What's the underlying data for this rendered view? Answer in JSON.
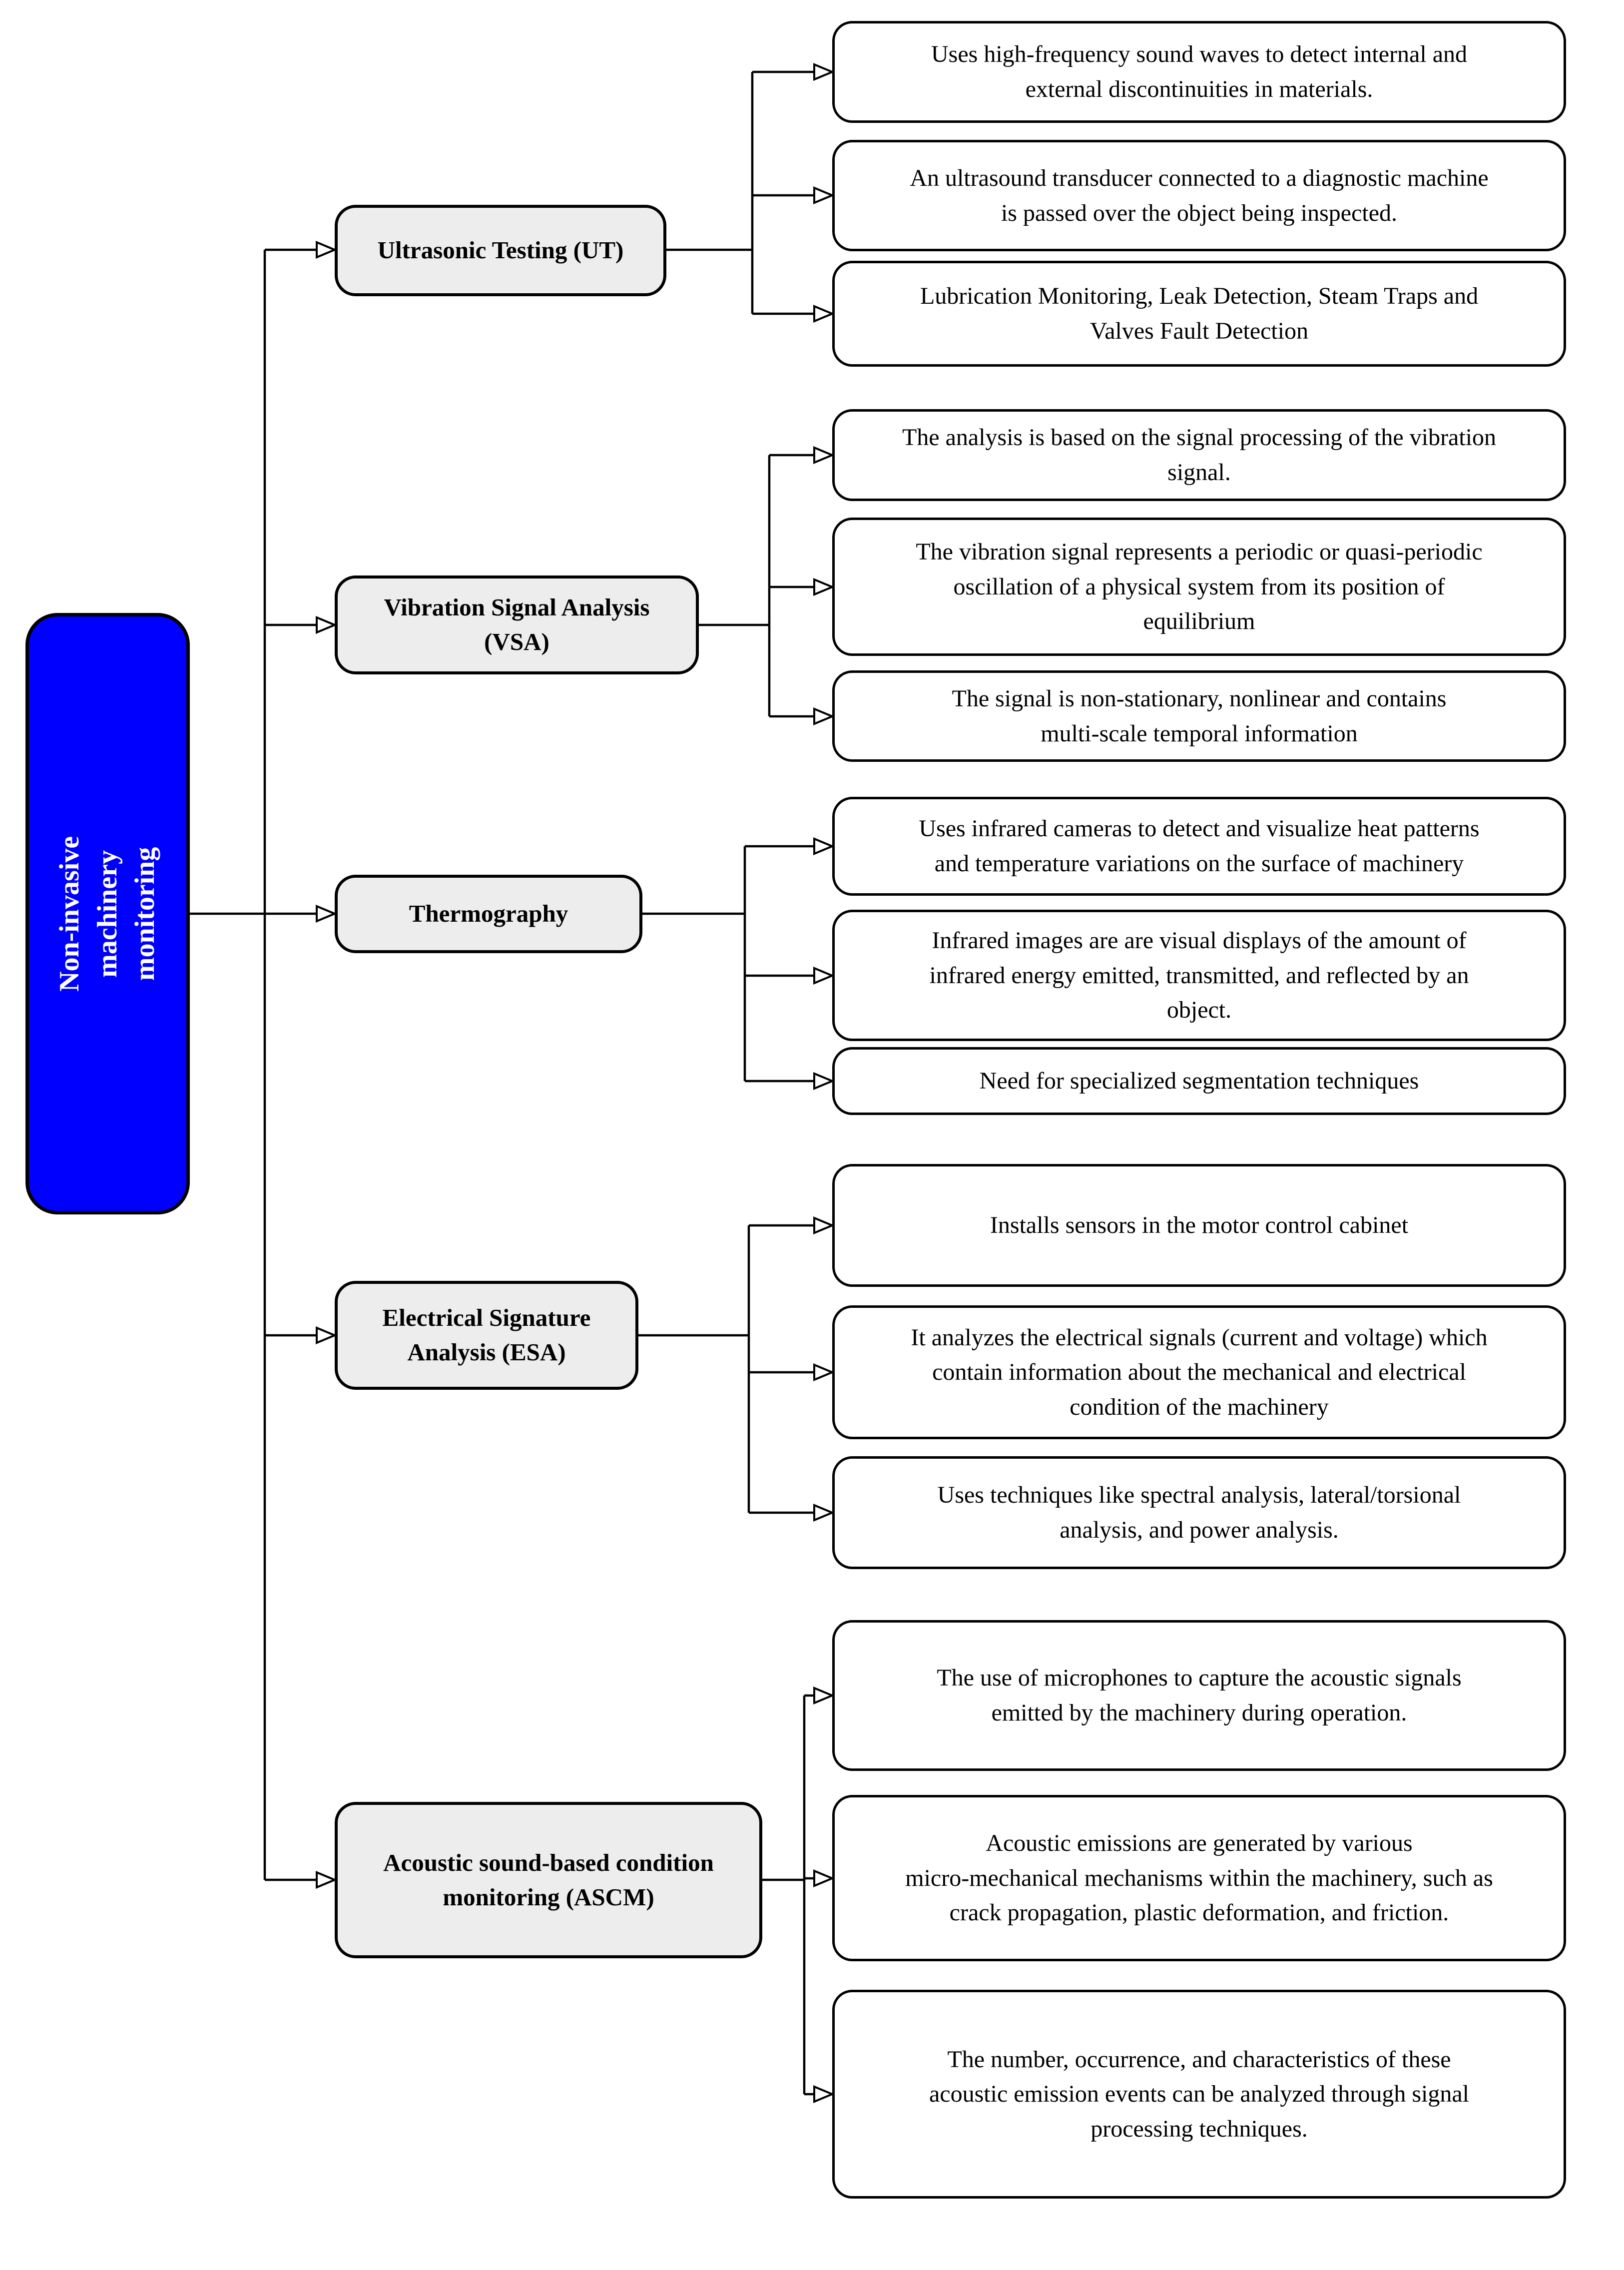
{
  "root": {
    "label": "Non-invasive machinery\nmonitoring"
  },
  "branches": [
    {
      "label": "Ultrasonic Testing (UT)",
      "details": [
        "Uses high-frequency sound waves to detect internal and\nexternal discontinuities in materials.",
        "An ultrasound transducer connected to a diagnostic machine\nis passed over the object being inspected.",
        "Lubrication Monitoring, Leak Detection, Steam Traps and\nValves Fault Detection"
      ]
    },
    {
      "label": "Vibration Signal Analysis\n(VSA)",
      "details": [
        "The analysis is based on the signal processing of the vibration\nsignal.",
        "The vibration signal represents a periodic or quasi-periodic\noscillation of a physical system from its position of\nequilibrium",
        "The signal is non-stationary, nonlinear and contains\nmulti-scale temporal information"
      ]
    },
    {
      "label": "Thermography",
      "details": [
        "Uses infrared cameras to detect and visualize heat patterns\nand temperature variations on the surface of machinery",
        "Infrared images are are visual displays of the amount of\ninfrared energy emitted, transmitted, and reflected by an\nobject.",
        "Need for specialized segmentation techniques"
      ]
    },
    {
      "label": "Electrical Signature\nAnalysis (ESA)",
      "details": [
        "Installs sensors in the motor control cabinet",
        "It analyzes the electrical signals (current and voltage) which\ncontain information about the mechanical and electrical\ncondition of the machinery",
        "Uses techniques like spectral analysis, lateral/torsional\nanalysis, and power analysis."
      ]
    },
    {
      "label": "Acoustic sound-based condition\nmonitoring (ASCM)",
      "details": [
        "The use of microphones to capture the acoustic signals\nemitted by the machinery during operation.",
        "Acoustic emissions are generated by various\nmicro-mechanical mechanisms within the machinery, such as\ncrack propagation, plastic deformation, and friction.",
        "The number, occurrence, and characteristics of these\nacoustic emission events can be analyzed through signal\nprocessing techniques."
      ]
    }
  ],
  "colors": {
    "root_fill": "#0000fe",
    "root_text": "#ffffff",
    "label_fill": "#ededed",
    "detail_fill": "#ffffff",
    "line": "#000000"
  }
}
